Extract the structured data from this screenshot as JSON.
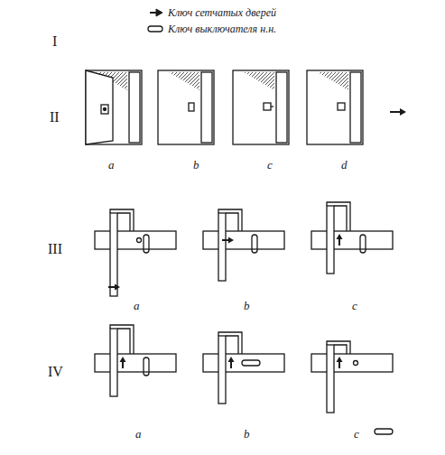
{
  "diagram": {
    "labels": [
      "I",
      "II",
      "III",
      "IV",
      "a",
      "b",
      "c",
      "d",
      "a",
      "b",
      "c",
      "a",
      "b",
      "c"
    ],
    "legend": [
      {
        "text": "Ключ сетчатых дверей"
      },
      {
        "text": "Ключ выключателя н.н."
      }
    ]
  }
}
